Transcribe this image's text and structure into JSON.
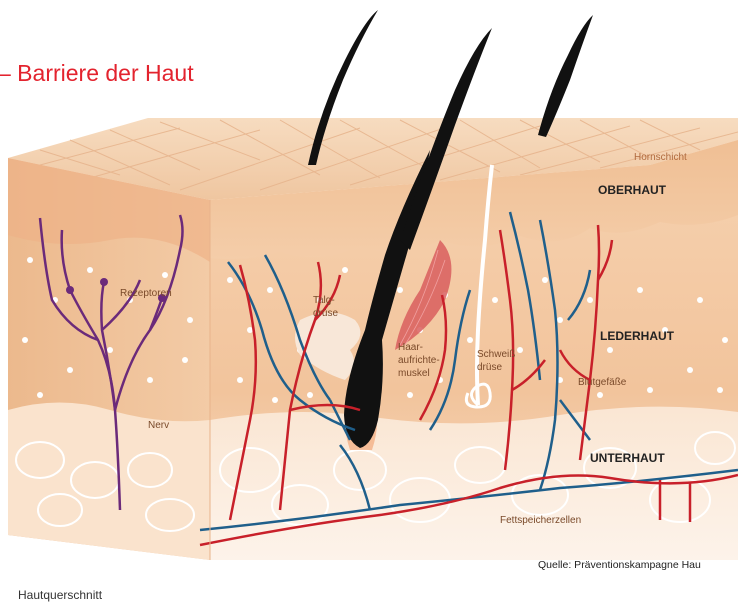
{
  "title": "– Barriere der Haut",
  "layers": {
    "hornschicht": "Hornschicht",
    "oberhaut": "OBERHAUT",
    "lederhaut": "LEDERHAUT",
    "unterhaut": "UNTERHAUT"
  },
  "labels": {
    "rezeptoren": "Rezeptoren",
    "nerv": "Nerv",
    "talg_1": "Talg-",
    "talg_2": "drüse",
    "haar_1": "Haar-",
    "haar_2": "aufrichte-",
    "haar_3": "muskel",
    "schweiss_1": "Schweiß",
    "schweiss_2": "drüse",
    "blutgefaesse": "Blutgefäße",
    "fettspeicher": "Fettspeicherzellen"
  },
  "source": "Quelle: Präventionskampagne Hau",
  "caption": "Hautquerschnitt",
  "colors": {
    "title": "#e3232e",
    "artery": "#c8202a",
    "vein": "#1f5f8b",
    "nerve": "#6b2a7a",
    "hair": "#111111"
  }
}
